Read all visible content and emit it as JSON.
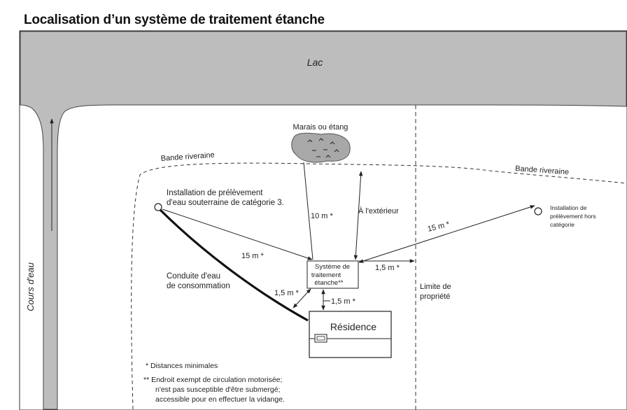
{
  "title": "Localisation d’un système de traitement étanche",
  "colors": {
    "water": "#bdbdbd",
    "line": "#222222",
    "background": "#ffffff"
  },
  "labels": {
    "lake": "Lac",
    "river": "Cours d'eau",
    "marsh": "Marais ou étang",
    "riparian_left": "Bande riveraine",
    "riparian_right": "Bande riveraine",
    "well_cat3_line1": "Installation de prélèvement",
    "well_cat3_line2": "d'eau souterraine de catégorie 3.",
    "well_hc_line1": "Installation de",
    "well_hc_line2": "prélèvement hors",
    "well_hc_line3": "catégorie",
    "dist_marsh": "10 m *",
    "outside": "À l'extérieur",
    "dist_well_hc": "15 m *",
    "dist_well_cat3": "15 m *",
    "dist_property": "1,5 m *",
    "dist_pipe": "1,5 m *",
    "dist_residence": "1,5 m *",
    "system_line1": "Système de",
    "system_line2": "traitement",
    "system_line3": "étanche**",
    "pipe_line1": "Conduite d'eau",
    "pipe_line2": "de consommation",
    "property_line1": "Limite de",
    "property_line2": "propriété",
    "residence": "Résidence",
    "note1": "* Distances minimales",
    "note2_line1": "** Endroit exempt de circulation motorisée;",
    "note2_line2": "n'est pas susceptible d'être submergé;",
    "note2_line3": "accessible pour en effectuer la vidange."
  }
}
